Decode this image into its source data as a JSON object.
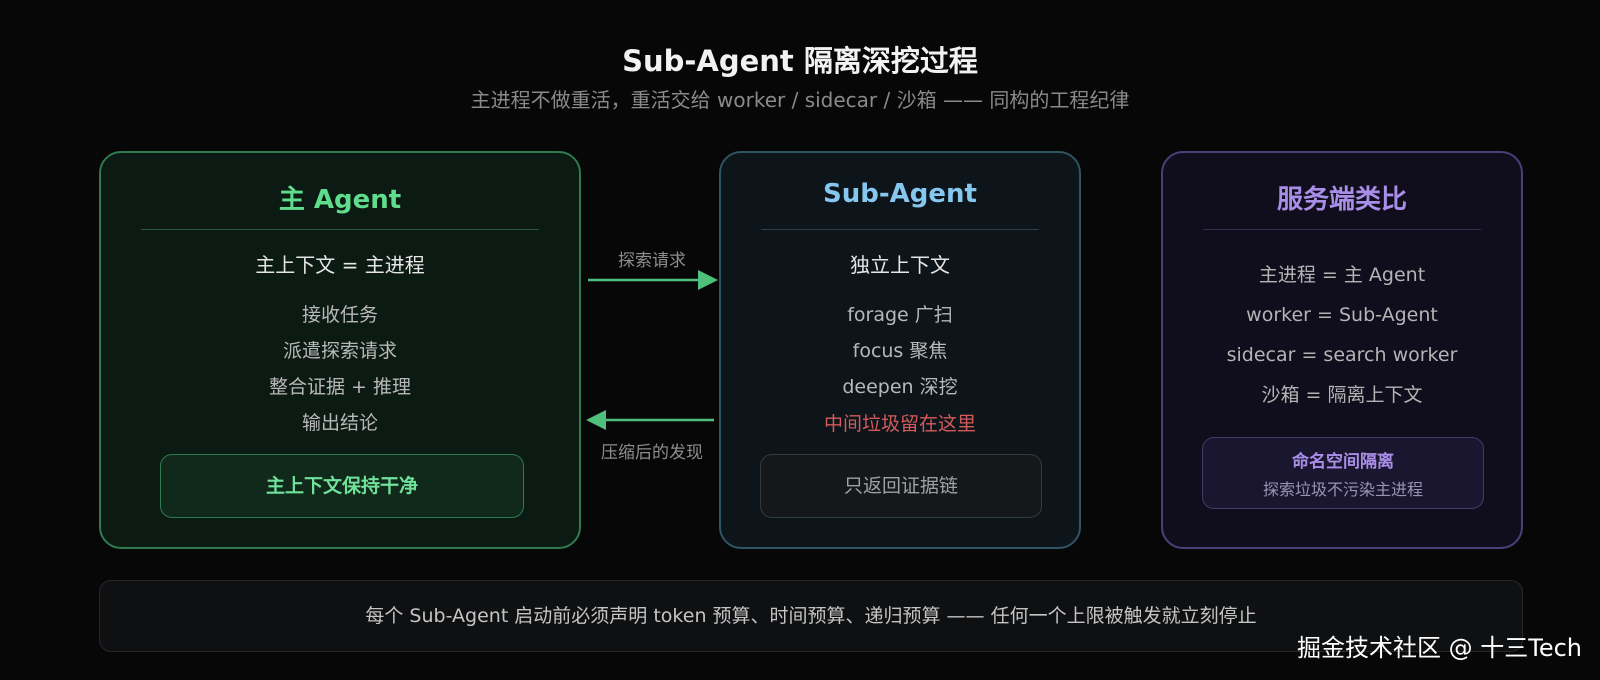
{
  "header": {
    "title": "Sub-Agent 隔离深挖过程",
    "subtitle": "主进程不做重活，重活交给 worker / sidecar / 沙箱 —— 同构的工程纪律"
  },
  "main_agent": {
    "title": "主 Agent",
    "lead": "主上下文 = 主进程",
    "items": [
      "接收任务",
      "派遣探索请求",
      "整合证据 + 推理",
      "输出结论"
    ],
    "note": "主上下文保持干净"
  },
  "sub_agent": {
    "title": "Sub-Agent",
    "lead": "独立上下文",
    "items": [
      "forage 广扫",
      "focus 聚焦",
      "deepen 深挖"
    ],
    "warning": "中间垃圾留在这里",
    "note": "只返回证据链"
  },
  "server_analogy": {
    "title": "服务端类比",
    "items": [
      "主进程 = 主 Agent",
      "worker = Sub-Agent",
      "sidecar = search worker",
      "沙箱 = 隔离上下文"
    ],
    "note_title": "命名空间隔离",
    "note_sub": "探索垃圾不污染主进程"
  },
  "arrows": {
    "forward_label": "探索请求",
    "back_label": "压缩后的发现",
    "forward_color": "#4fbf7c",
    "back_color": "#4fbf7c"
  },
  "footer": {
    "text": "每个 Sub-Agent 启动前必须声明 token 预算、时间预算、递归预算 —— 任何一个上限被触发就立刻停止"
  },
  "watermark": "掘金技术社区 @ 十三Tech"
}
